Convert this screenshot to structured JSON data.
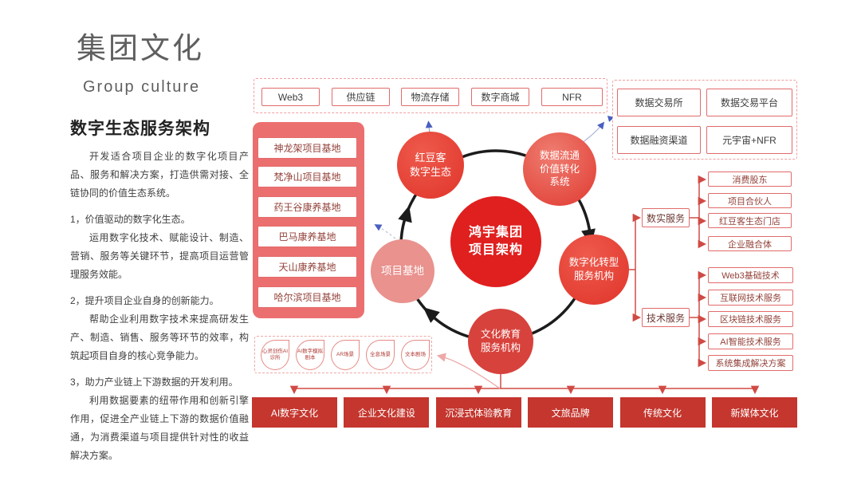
{
  "page": {
    "title": "集团文化",
    "subtitle": "Group culture",
    "section_heading": "数字生态服务架构",
    "intro": "开发适合项目企业的数字化项目产品、服务和解决方案，打造供需对接、全链协同的价值生态系统。",
    "points": [
      {
        "heading": "1，价值驱动的数字化生态。",
        "body": "运用数字化技术、赋能设计、制造、营销、服务等关键环节，提高项目运营管理服务效能。"
      },
      {
        "heading": "2，提升项目企业自身的创新能力。",
        "body": "帮助企业利用数字技术来提高研发生产、制造、销售、服务等环节的效率，构筑起项目自身的核心竞争能力。"
      },
      {
        "heading": "3，助力产业链上下游数据的开发利用。",
        "body": "利用数据要素的纽带作用和创新引擎作用，促进全产业链上下游的数据价值融通，为消费渠道与项目提供针对性的收益解决方案。"
      }
    ]
  },
  "diagram": {
    "top_chain": {
      "items": [
        "Web3",
        "供应链",
        "物流存储",
        "数字商城",
        "NFR"
      ]
    },
    "data_market": {
      "items": [
        "数据交易所",
        "数据交易平台",
        "数据融资渠道",
        "元宇宙+NFR"
      ]
    },
    "bases": {
      "items": [
        "神龙架项目基地",
        "梵净山项目基地",
        "药王谷康养基地",
        "巴马康养基地",
        "天山康养基地",
        "哈尔滨项目基地"
      ]
    },
    "circles": {
      "ecosystem": "红豆客\n数字生态",
      "data_flow": "数据流通\n价值转化\n系统",
      "center": "鸿宇集团\n项目架构",
      "project_base": "项目基地",
      "digital_transform": "数字化转型\n服务机构",
      "culture_edu": "文化教育\n服务机构"
    },
    "services": [
      {
        "label": "数实服务",
        "children": [
          "消费股东",
          "项目合伙人",
          "红豆客生态门店",
          "企业融合体"
        ]
      },
      {
        "label": "技术服务",
        "children": [
          "Web3基础技术",
          "互联网技术服务",
          "区块链技术服务",
          "AI智能技术服务",
          "系统集成解决方案"
        ]
      }
    ],
    "pods": {
      "items": [
        "心灵创伤AI诊所",
        "AI数字模拟剧本",
        "AR场景",
        "全息场景",
        "文本剧场"
      ]
    },
    "bottom_row": {
      "items": [
        "AI数字文化",
        "企业文化建设",
        "沉浸式体验教育",
        "文旅品牌",
        "传统文化",
        "新媒体文化"
      ]
    }
  },
  "colors": {
    "accent_red": "#e23a31",
    "category_red": "#c4362e",
    "salmon_panel": "#ec6f6f",
    "ring_black": "#1c1c1c",
    "blue_arrow": "#4a5fc1",
    "title_gray": "#5f5f5f"
  }
}
